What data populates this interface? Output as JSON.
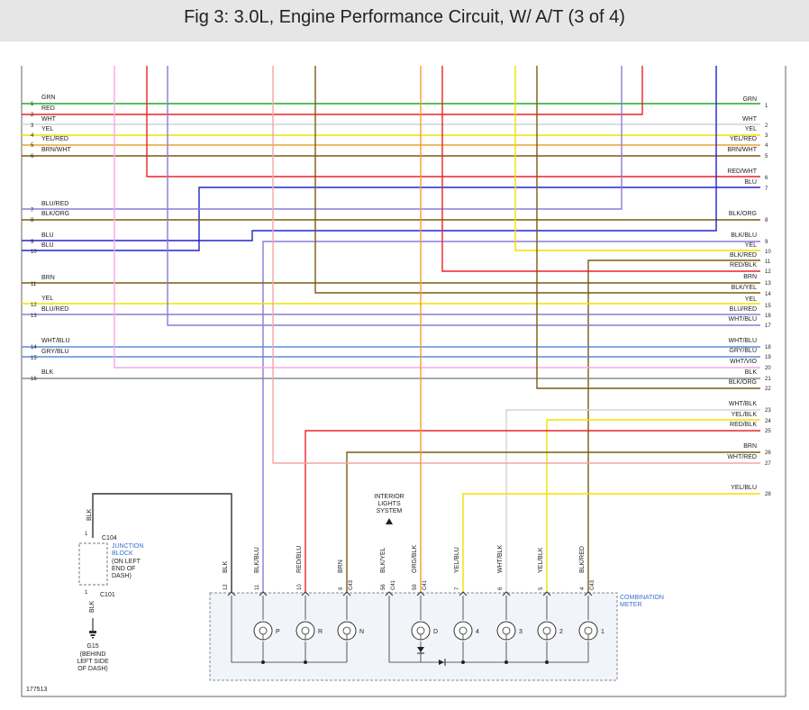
{
  "header": {
    "title": "Fig 3: 3.0L, Engine Performance Circuit, W/ A/T (3 of 4)"
  },
  "colors": {
    "GRN": "#22aa22",
    "RED": "#e8242b",
    "WHT": "#d4d4d4",
    "YEL": "#f2df00",
    "ORG": "#f0a030",
    "BLU": "#2323cc",
    "BRN": "#7a5b12",
    "PNK": "#f4a6a6",
    "VIO": "#f4a8e8",
    "PUR": "#8b7bd6",
    "GRY": "#8a8a8a",
    "BLK": "#333333",
    "CYN": "#5b8bd8"
  },
  "left_pins": [
    {
      "num": "1",
      "label": "GRN"
    },
    {
      "num": "2",
      "label": "RED"
    },
    {
      "num": "3",
      "label": "WHT"
    },
    {
      "num": "4",
      "label": "YEL"
    },
    {
      "num": "5",
      "label": "YEL/RED"
    },
    {
      "num": "6",
      "label": "BRN/WHT"
    },
    {
      "num": "7",
      "label": "BLU/RED"
    },
    {
      "num": "8",
      "label": "BLK/ORG"
    },
    {
      "num": "9",
      "label": "BLU"
    },
    {
      "num": "10",
      "label": "BLU"
    },
    {
      "num": "11",
      "label": "BRN"
    },
    {
      "num": "12",
      "label": "YEL"
    },
    {
      "num": "13",
      "label": "BLU/RED"
    },
    {
      "num": "14",
      "label": "WHT/BLU"
    },
    {
      "num": "15",
      "label": "GRY/BLU"
    },
    {
      "num": "16",
      "label": "BLK"
    }
  ],
  "right_pins": [
    {
      "num": "1",
      "label": "GRN"
    },
    {
      "num": "2",
      "label": "WHT"
    },
    {
      "num": "3",
      "label": "YEL"
    },
    {
      "num": "4",
      "label": "YEL/RED"
    },
    {
      "num": "5",
      "label": "BRN/WHT"
    },
    {
      "num": "6",
      "label": "RED/WHT"
    },
    {
      "num": "7",
      "label": "BLU"
    },
    {
      "num": "8",
      "label": "BLK/ORG"
    },
    {
      "num": "9",
      "label": "BLK/BLU"
    },
    {
      "num": "10",
      "label": "YEL"
    },
    {
      "num": "11",
      "label": "BLK/RED"
    },
    {
      "num": "12",
      "label": "RED/BLK"
    },
    {
      "num": "13",
      "label": "BRN"
    },
    {
      "num": "14",
      "label": "BLK/YEL"
    },
    {
      "num": "15",
      "label": "YEL"
    },
    {
      "num": "16",
      "label": "BLU/RED"
    },
    {
      "num": "17",
      "label": "WHT/BLU"
    },
    {
      "num": "18",
      "label": "WHT/BLU"
    },
    {
      "num": "19",
      "label": "GRY/BLU"
    },
    {
      "num": "20",
      "label": "WHT/VIO"
    },
    {
      "num": "21",
      "label": "BLK"
    },
    {
      "num": "22",
      "label": "BLK/ORG"
    },
    {
      "num": "23",
      "label": "WHT/BLK"
    },
    {
      "num": "24",
      "label": "YEL/BLK"
    },
    {
      "num": "25",
      "label": "RED/BLK"
    },
    {
      "num": "26",
      "label": "BRN"
    },
    {
      "num": "27",
      "label": "WHT/RED"
    },
    {
      "num": "28",
      "label": "YEL/BLU"
    }
  ],
  "meter_pins": [
    {
      "num": "12",
      "wire": "BLK",
      "conn": ""
    },
    {
      "num": "11",
      "wire": "BLK/BLU",
      "conn": ""
    },
    {
      "num": "10",
      "wire": "RED/BLU",
      "conn": ""
    },
    {
      "num": "9",
      "wire": "BRN",
      "conn": "C43"
    },
    {
      "num": "56",
      "wire": "BLK/YEL",
      "conn": "C41"
    },
    {
      "num": "59",
      "wire": "ORG/BLK",
      "conn": "C41"
    },
    {
      "num": "7",
      "wire": "YEL/BLU",
      "conn": ""
    },
    {
      "num": "6",
      "wire": "WHT/BLK",
      "conn": ""
    },
    {
      "num": "5",
      "wire": "YEL/BLK",
      "conn": ""
    },
    {
      "num": "4",
      "wire": "BLK/RED",
      "conn": "C43"
    }
  ],
  "lamps": [
    {
      "label": "P"
    },
    {
      "label": "R"
    },
    {
      "label": "N"
    },
    {
      "label": "D"
    },
    {
      "label": "4"
    },
    {
      "label": "3"
    },
    {
      "label": "2"
    },
    {
      "label": "1"
    }
  ],
  "junction": {
    "wire_top": "BLK",
    "pin_top": "1",
    "conn_top": "C104",
    "label_lines": [
      "JUNCTION",
      "BLOCK"
    ],
    "note_lines": [
      "(ON LEFT",
      "END OF",
      "DASH)"
    ],
    "pin_bottom": "1",
    "conn_bottom": "C101",
    "wire_bottom": "BLK"
  },
  "ground": {
    "id": "G15",
    "note_lines": [
      "(BEHIND",
      "LEFT SIDE",
      "OF DASH)"
    ]
  },
  "interior": {
    "lines": [
      "INTERIOR",
      "LIGHTS",
      "SYSTEM"
    ]
  },
  "meter": {
    "lines": [
      "COMBINATION",
      "METER"
    ]
  },
  "figure_id": "177513"
}
